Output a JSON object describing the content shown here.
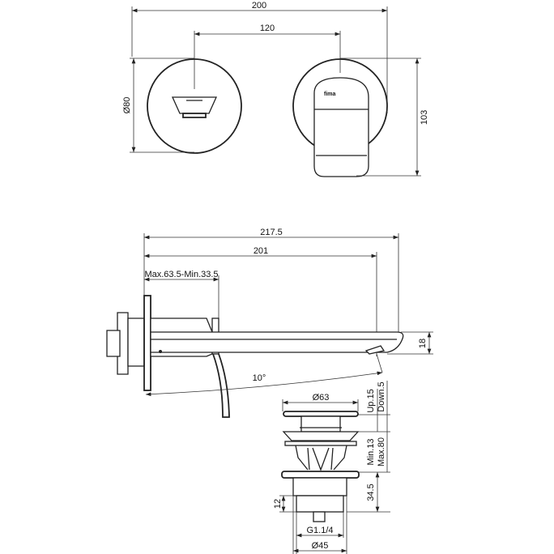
{
  "drawing": {
    "brand_logo": "fima",
    "dimensions": {
      "total_width": "200",
      "center_distance": "120",
      "plate_diameter": "Ø80",
      "handle_height": "103",
      "spout_length_total": "217.5",
      "spout_length": "201",
      "wall_depth": "Max.63.5-Min.33.5",
      "spout_thickness": "18",
      "lever_angle": "10°",
      "waste_cap_diameter": "Ø63",
      "waste_up": "Up.15",
      "waste_down": "Down.5",
      "waste_min": "Min.13",
      "waste_max": "Max.80",
      "waste_body_height": "34.5",
      "thread_height": "12",
      "thread_size": "G1.1/4",
      "waste_body_diameter": "Ø45"
    }
  }
}
